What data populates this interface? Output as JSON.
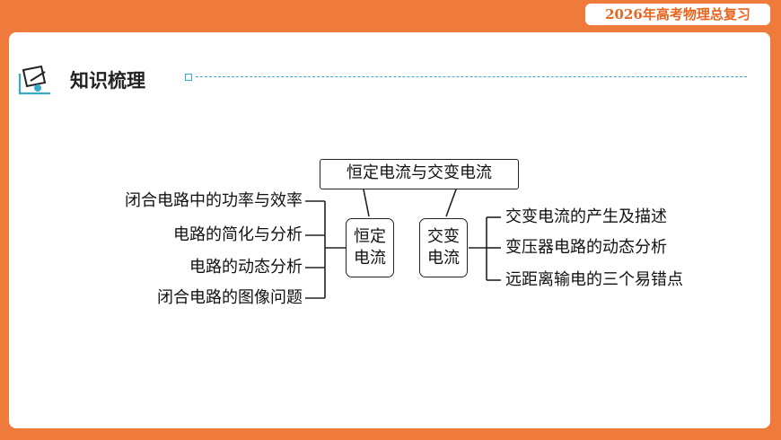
{
  "header": {
    "badge": "2026年高考物理总复习"
  },
  "section": {
    "title": "知识梳理",
    "icon": "clipboard-pen-icon"
  },
  "mindmap": {
    "root": "恒定电流与交变电流",
    "left_node": {
      "line1": "恒定",
      "line2": "电流"
    },
    "right_node": {
      "line1": "交变",
      "line2": "电流"
    },
    "left_items": [
      "闭合电路中的功率与效率",
      "电路的简化与分析",
      "电路的动态分析",
      "闭合电路的图像问题"
    ],
    "right_items": [
      "交变电流的产生及描述",
      "变压器电路的动态分析",
      "远距离输电的三个易错点"
    ]
  },
  "colors": {
    "background": "#ee7a3c",
    "accent": "#3aa9c8",
    "badge_text": "#e8641f"
  }
}
